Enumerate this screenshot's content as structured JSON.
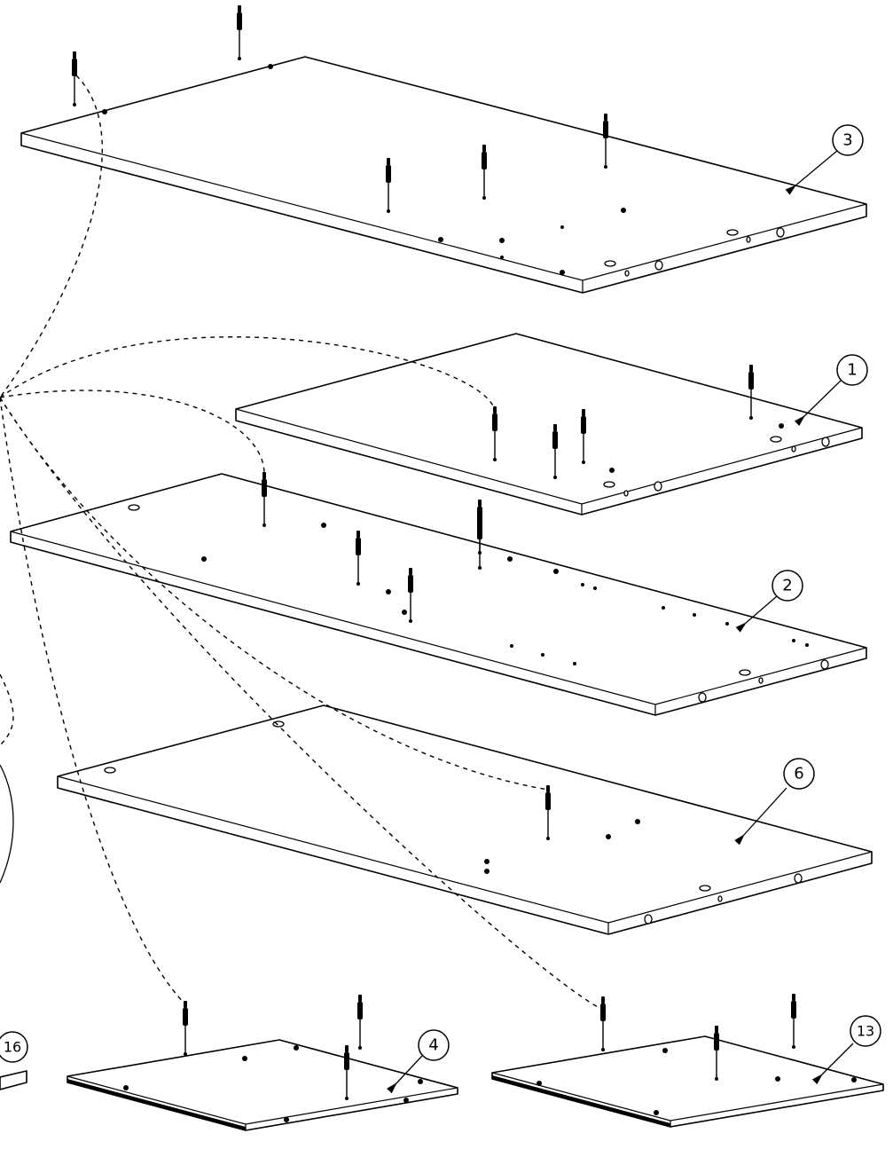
{
  "balloons": [
    {
      "id": "part-3",
      "label": "3"
    },
    {
      "id": "part-1",
      "label": "1"
    },
    {
      "id": "part-2",
      "label": "2"
    },
    {
      "id": "part-6",
      "label": "6"
    },
    {
      "id": "part-16",
      "label": "16"
    },
    {
      "id": "part-4",
      "label": "4"
    },
    {
      "id": "part-13",
      "label": "13"
    }
  ]
}
